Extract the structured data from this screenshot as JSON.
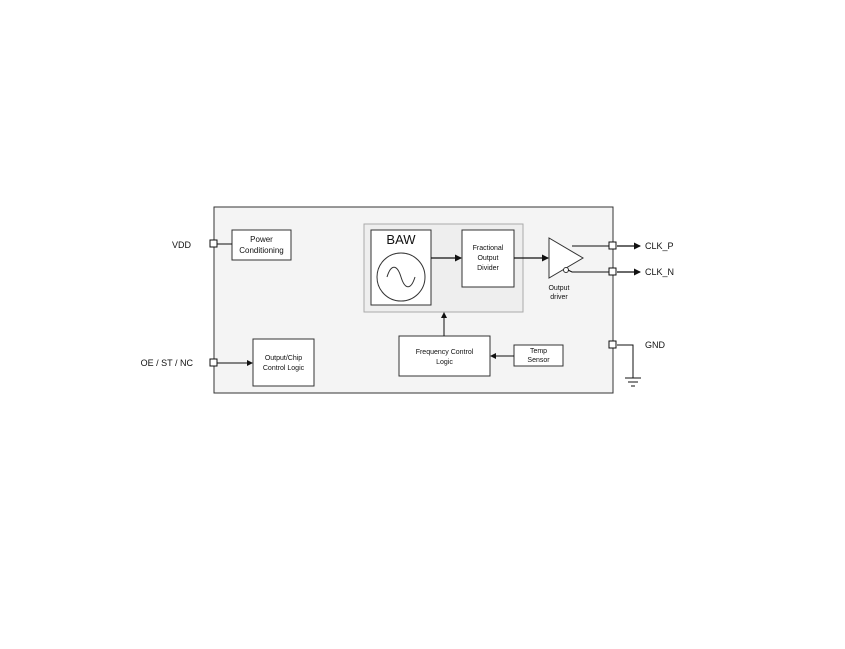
{
  "pins": {
    "vdd": "VDD",
    "oe": "OE / ST / NC",
    "clk_p": "CLK_P",
    "clk_n": "CLK_N",
    "gnd": "GND"
  },
  "blocks": {
    "power": [
      "Power",
      "Conditioning"
    ],
    "output_control": [
      "Output/Chip",
      "Control Logic"
    ],
    "baw": "BAW",
    "fractional_divider": [
      "Fractional",
      "Output",
      "Divider"
    ],
    "output_driver": [
      "Output",
      "driver"
    ],
    "frequency_control": [
      "Frequency Control",
      "Logic"
    ],
    "temp_sensor": [
      "Temp",
      "Sensor"
    ]
  }
}
